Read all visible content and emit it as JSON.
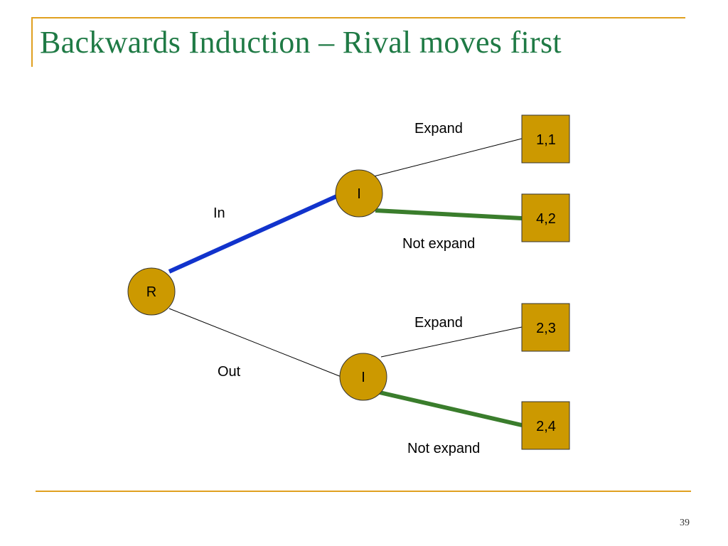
{
  "slide": {
    "title": "Backwards Induction  – Rival moves first",
    "page_number": "39"
  },
  "colors": {
    "title": "#1f7a45",
    "accent_line": "#e0a020",
    "node_fill": "#cc9900",
    "chosen_in": "#1133cc",
    "chosen_not_expand": "#3a7d2c",
    "plain_edge": "#000000"
  },
  "tree": {
    "root": {
      "label": "R"
    },
    "upper_node": {
      "label": "I"
    },
    "lower_node": {
      "label": "I"
    },
    "edges": {
      "in": "In",
      "out": "Out",
      "upper_expand": "Expand",
      "upper_not_expand": "Not expand",
      "lower_expand": "Expand",
      "lower_not_expand": "Not expand"
    },
    "payoffs": {
      "upper_expand": "1,1",
      "upper_not_expand": "4,2",
      "lower_expand": "2,3",
      "lower_not_expand": "2,4"
    }
  }
}
